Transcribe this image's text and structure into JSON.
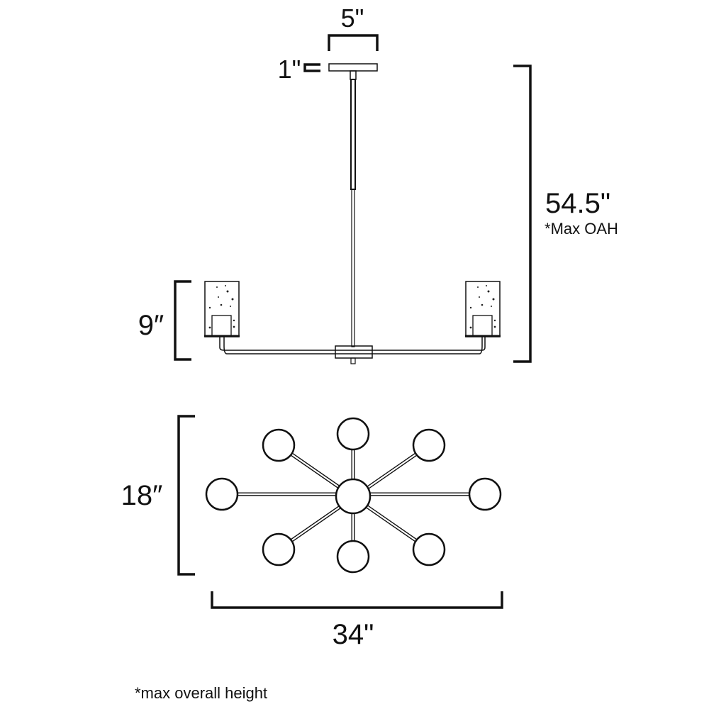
{
  "dimensions": {
    "canopy_width": "5\"",
    "canopy_height": "1\"",
    "overall_height": "54.5\"",
    "overall_height_note": "*Max OAH",
    "shade_height": "9″",
    "depth": "18″",
    "width": "34\""
  },
  "footnote": "*max overall height"
}
